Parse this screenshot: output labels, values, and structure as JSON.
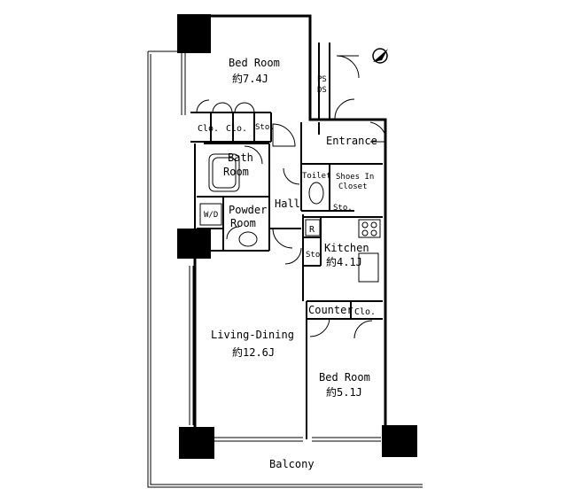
{
  "rooms": {
    "bed_room_1": {
      "name": "Bed Room",
      "size": "約7.4J"
    },
    "bed_room_2": {
      "name": "Bed Room",
      "size": "約5.1J"
    },
    "living_dining": {
      "name": "Living-Dining",
      "size": "約12.6J"
    },
    "kitchen": {
      "name": "Kitchen",
      "size": "約4.1J"
    },
    "bath_room": {
      "line1": "Bath",
      "line2": "Room"
    },
    "powder_room": {
      "line1": "Powder",
      "line2": "Room"
    },
    "entrance": "Entrance",
    "hall": "Hall",
    "toilet": "Toilet",
    "shoes_in_closet": {
      "line1": "Shoes In",
      "line2": "Closet"
    },
    "counter": "Counter",
    "balcony": "Balcony"
  },
  "storage": {
    "clo_a": "Clo.",
    "clo_b": "Clo.",
    "clo_c": "Clo.",
    "sto_bed": "Sto.",
    "sto_kitchen": "Sto",
    "sto_toilet": "Sto.",
    "washer": "W/D",
    "fridge": "R",
    "ps": "PS",
    "ds": "DS"
  },
  "colors": {
    "walls": "#000000",
    "background": "#ffffff"
  },
  "icons": [
    "north-arrow-icon"
  ]
}
